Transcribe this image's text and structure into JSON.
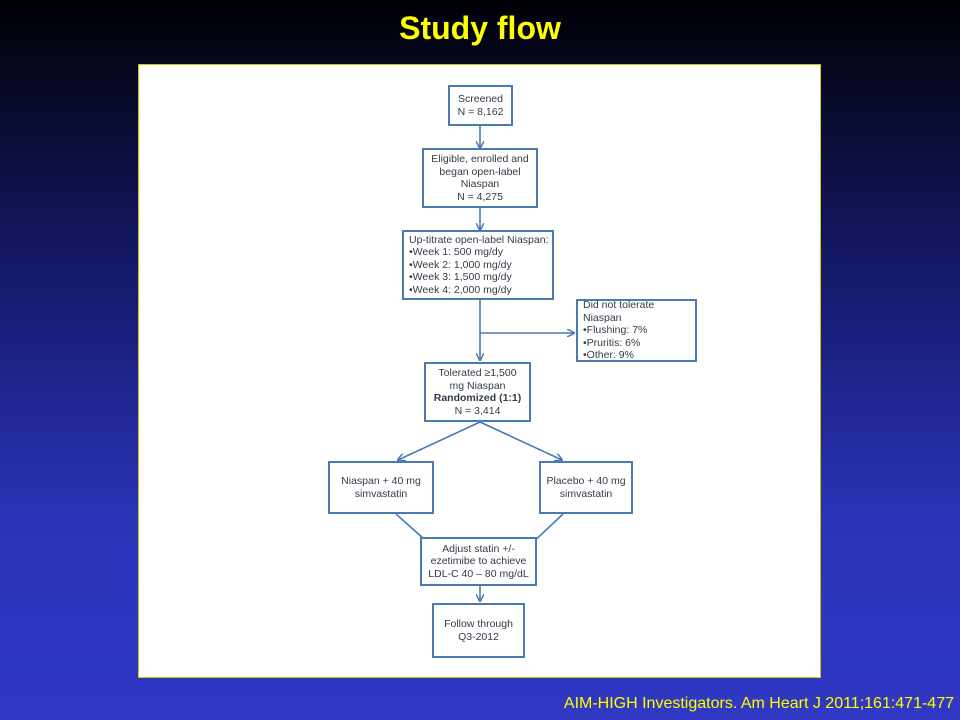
{
  "slide": {
    "title": "Study flow",
    "citation": "AIM-HIGH Investigators. Am Heart J 2011;161:471-477"
  },
  "flowchart": {
    "screened": [
      "Screened",
      "N = 8,162"
    ],
    "eligible": [
      "Eligible, enrolled and",
      "began open-label",
      "Niaspan",
      "N = 4,275"
    ],
    "uptitrate": {
      "heading": "Up-titrate open-label Niaspan:",
      "items": [
        "•Week 1:  500 mg/dy",
        "•Week 2: 1,000 mg/dy",
        "•Week 3: 1,500 mg/dy",
        "•Week 4: 2,000 mg/dy"
      ]
    },
    "intolerant": {
      "heading": "Did not tolerate Niaspan",
      "items": [
        "•Flushing: 7%",
        "•Pruritis: 6%",
        "•Other: 9%"
      ]
    },
    "randomized": {
      "line1": "Tolerated ≥1,500",
      "line2": "mg Niaspan",
      "line3": "Randomized (1:1)",
      "line4": "N = 3,414"
    },
    "niaspan_arm": [
      "Niaspan + 40 mg",
      "simvastatin"
    ],
    "placebo_arm": [
      "Placebo + 40 mg",
      "simvastatin"
    ],
    "adjust": [
      "Adjust statin +/-",
      "ezetimibe to achieve",
      "LDL-C 40 – 80 mg/dL"
    ],
    "follow": [
      "Follow through",
      "Q3-2012"
    ]
  },
  "colors": {
    "title": "#ffff00",
    "box_border": "#4a7ab3",
    "arrow": "#4a7ab3",
    "text": "#333b47"
  }
}
